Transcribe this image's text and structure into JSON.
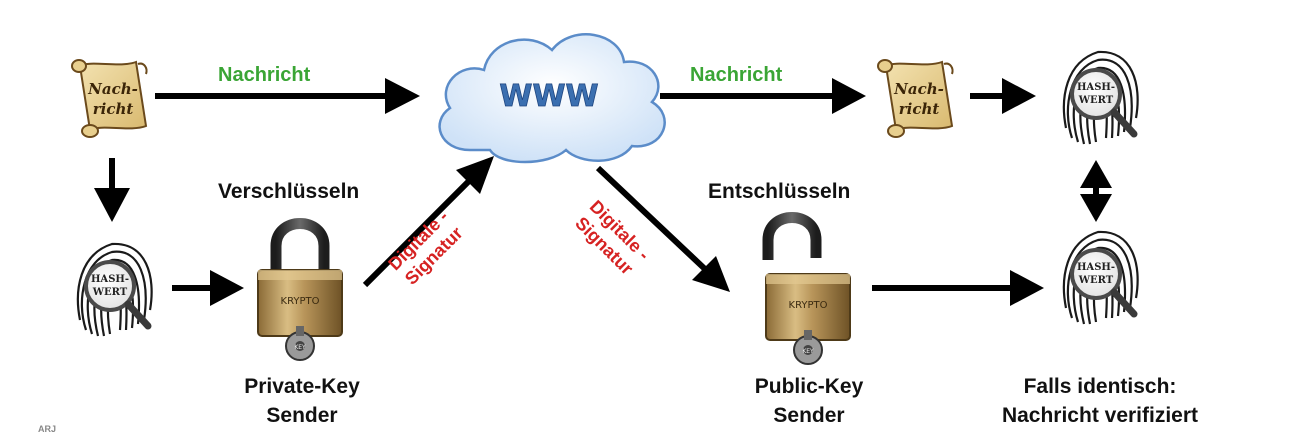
{
  "scroll_text": {
    "line1": "Nach-",
    "line2": "richt"
  },
  "cloud_text": "WWW",
  "hash_text": {
    "line1": "HASH-",
    "line2": "WERT"
  },
  "lock_text": "KRYPTO",
  "key_text": "KEY",
  "labels": {
    "nachricht_left": "Nachricht",
    "nachricht_right": "Nachricht",
    "verschluesseln": "Verschlüsseln",
    "entschluesseln": "Entschlüsseln",
    "sig_up_line1": "Digitale -",
    "sig_up_line2": "Signatur",
    "sig_down_line1": "Digitale -",
    "sig_down_line2": "Signatur",
    "private_line1": "Private-Key",
    "private_line2": "Sender",
    "public_line1": "Public-Key",
    "public_line2": "Sender",
    "falls_line1": "Falls identisch:",
    "falls_line2": "Nachricht verifiziert",
    "author": "ARJ"
  },
  "colors": {
    "green": "#3aa535",
    "red": "#d62222",
    "arrow": "#000000",
    "gold": "#b8955a",
    "cloud_text": "#3b6fb0"
  }
}
